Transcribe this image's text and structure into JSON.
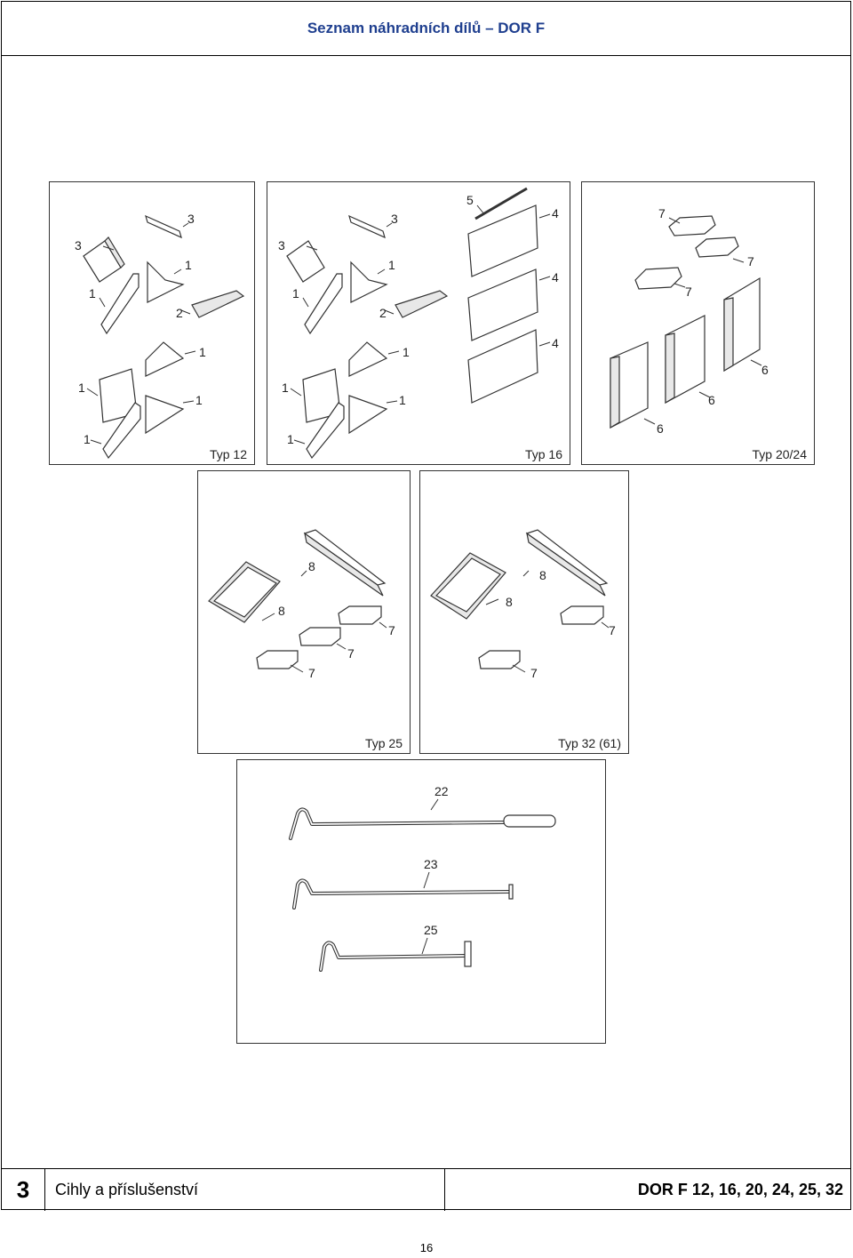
{
  "header": {
    "title": "Seznam náhradních dílů – DOR F"
  },
  "panels": {
    "p12": {
      "title": "Typ 12"
    },
    "p16": {
      "title": "Typ 16"
    },
    "p2024": {
      "title": "Typ 20/24"
    },
    "p25": {
      "title": "Typ 25"
    },
    "p32": {
      "title": "Typ 32 (61)"
    }
  },
  "labels": {
    "p12": [
      "3",
      "3",
      "1",
      "1",
      "2",
      "1",
      "1",
      "1",
      "1"
    ],
    "p16": [
      "3",
      "3",
      "1",
      "1",
      "2",
      "1",
      "1",
      "1",
      "1",
      "5",
      "4",
      "4",
      "4"
    ],
    "p2024": [
      "7",
      "7",
      "7",
      "6",
      "6",
      "6"
    ],
    "p25": [
      "8",
      "8",
      "7",
      "7",
      "7"
    ],
    "p32": [
      "8",
      "8",
      "7",
      "7"
    ],
    "tools": [
      "22",
      "23",
      "25"
    ]
  },
  "footer": {
    "section_number": "3",
    "section_title": "Cihly a příslušenství",
    "models": "DOR F 12, 16, 20, 24, 25, 32"
  },
  "page_number": "16"
}
